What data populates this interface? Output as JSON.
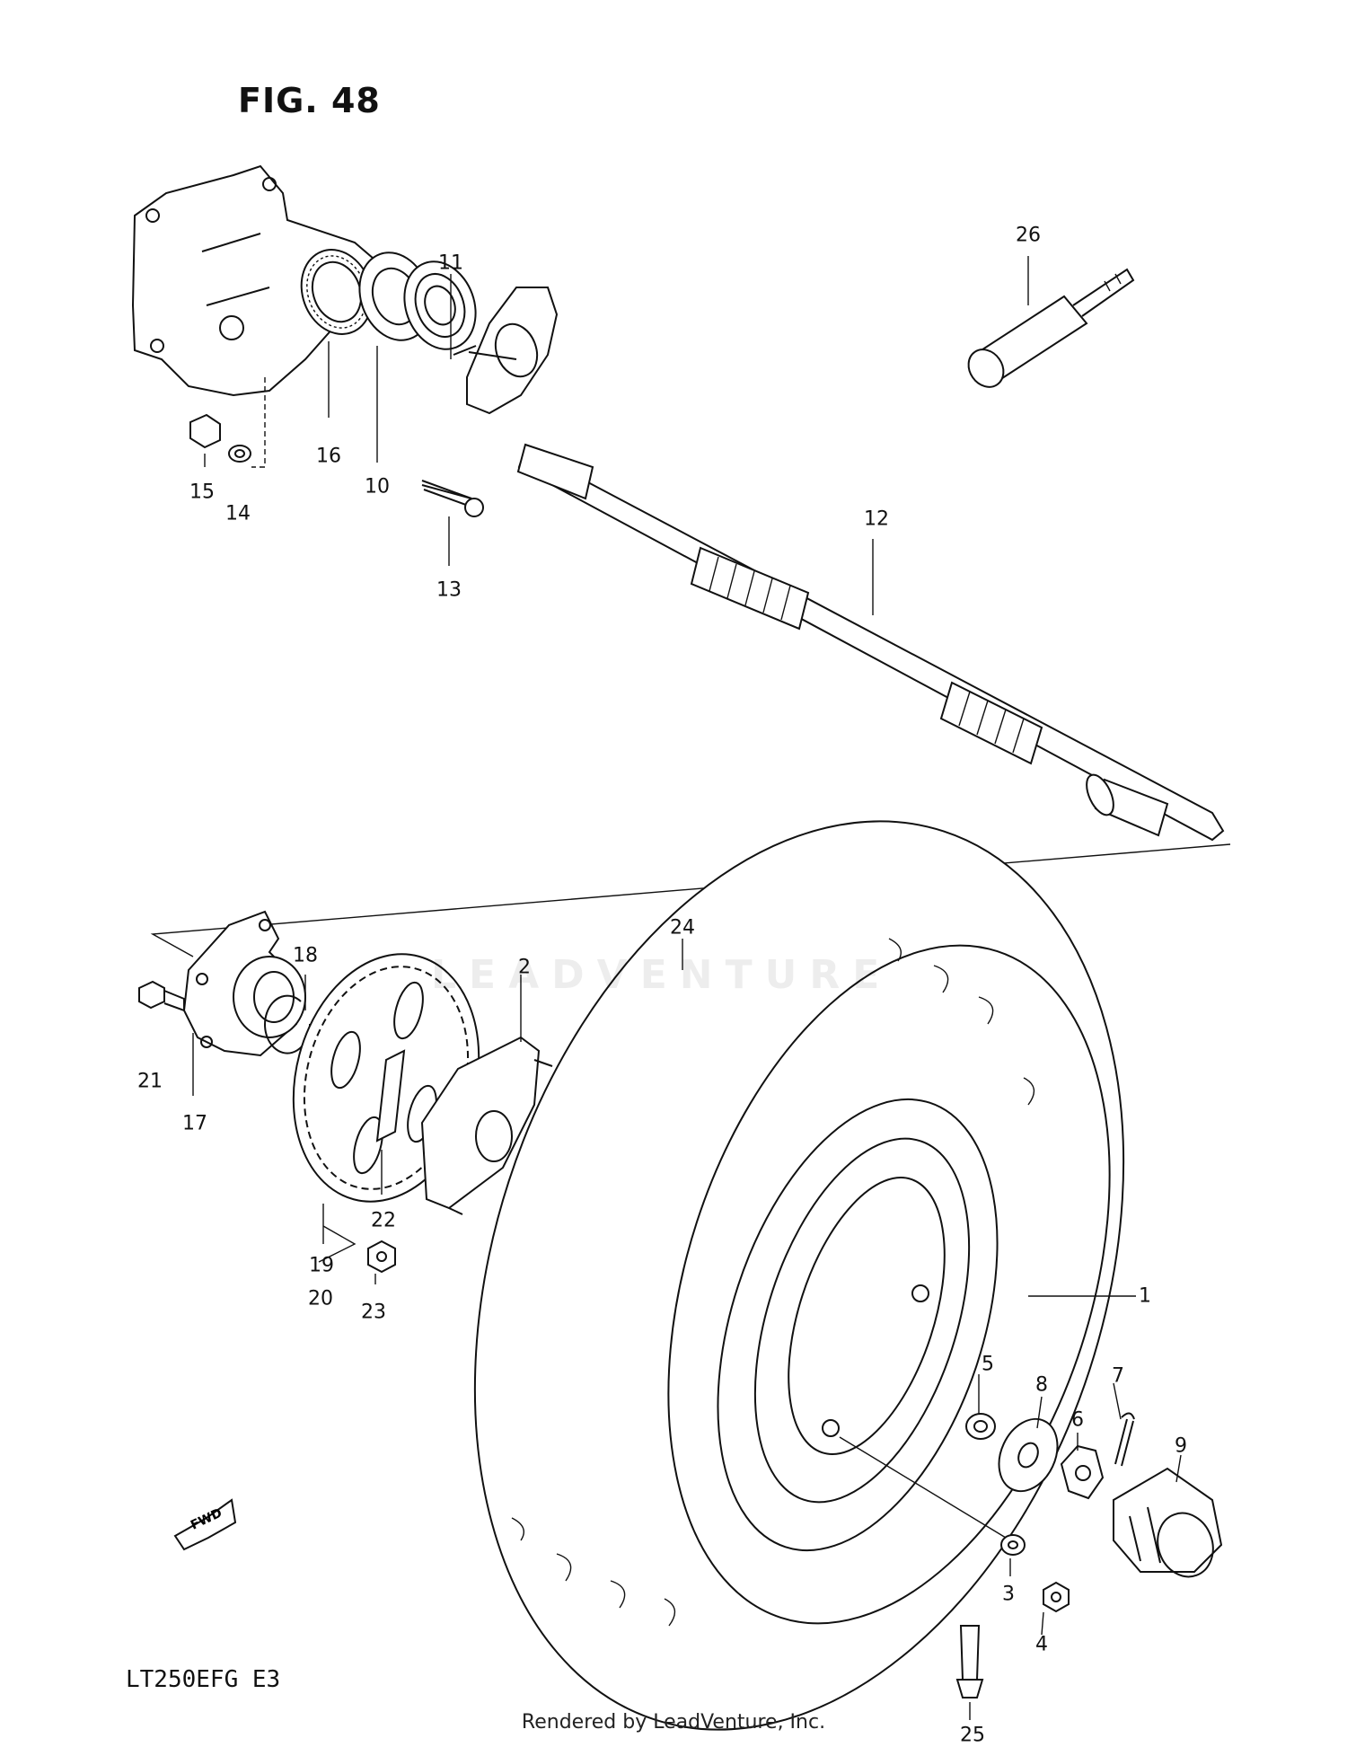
{
  "figure": {
    "title": "FIG. 48",
    "model_code": "LT250EFG E3",
    "footer": "Rendered by LeadVenture, Inc.",
    "watermark": "LEADVENTURE",
    "fwd_label": "FWD"
  },
  "callouts": {
    "c1": "1",
    "c2": "2",
    "c3": "3",
    "c4": "4",
    "c5": "5",
    "c6": "6",
    "c7": "7",
    "c8": "8",
    "c9": "9",
    "c10": "10",
    "c11": "11",
    "c12": "12",
    "c13": "13",
    "c14": "14",
    "c15": "15",
    "c16": "16",
    "c17": "17",
    "c18": "18",
    "c19": "19",
    "c20": "20",
    "c21": "21",
    "c22": "22",
    "c23": "23",
    "c24": "24",
    "c25": "25",
    "c26": "26"
  }
}
